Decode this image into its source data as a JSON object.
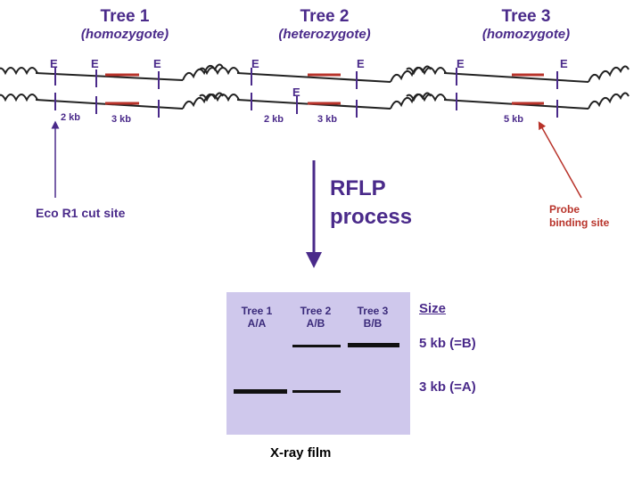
{
  "trees": [
    {
      "title": "Tree 1",
      "subtitle": "(homozygote)"
    },
    {
      "title": "Tree 2",
      "subtitle": "(heterozygote)"
    },
    {
      "title": "Tree 3",
      "subtitle": "(homozygote)"
    }
  ],
  "site_letter": "E",
  "fragments": {
    "tree1_2kb": "2 kb",
    "tree1_3kb": "3 kb",
    "tree2_2kb": "2 kb",
    "tree2_3kb": "3 kb",
    "tree3_5kb": "5 kb"
  },
  "eco_label": "Eco R1 cut site",
  "process_label_line1": "RFLP",
  "process_label_line2": "process",
  "probe_label": "Probe binding site",
  "gel": {
    "lanes": [
      {
        "name": "Tree 1",
        "genotype": "A/A"
      },
      {
        "name": "Tree 2",
        "genotype": "A/B"
      },
      {
        "name": "Tree 3",
        "genotype": "B/B"
      }
    ],
    "size_heading": "Size",
    "size_5kb": "5 kb (=B)",
    "size_3kb": "3 kb (=A)",
    "film_label": "X-ray film"
  },
  "colors": {
    "text_purple": "#4a2a8a",
    "probe_red": "#b8332a",
    "gel_bg": "#cfc8ec",
    "dna_line": "#222222"
  }
}
